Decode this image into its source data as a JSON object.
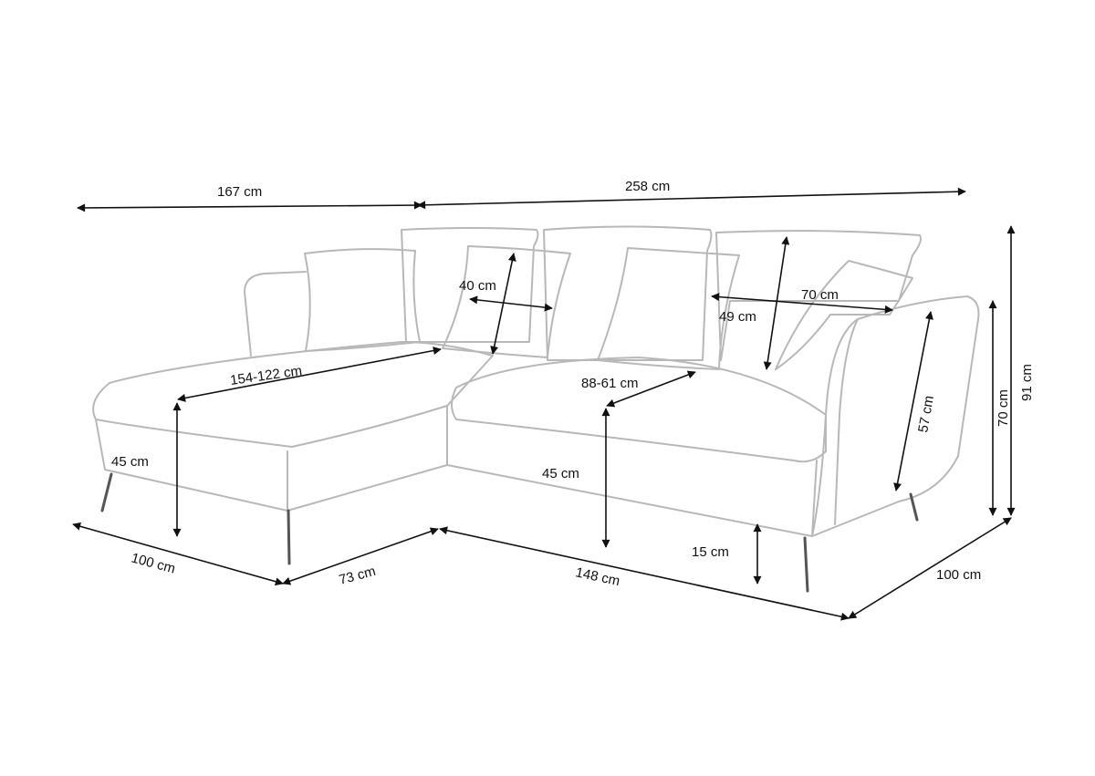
{
  "dimensions": {
    "total_left_width": "167 cm",
    "total_right_width": "258 cm",
    "total_height": "91 cm",
    "armrest_height": "70 cm",
    "back_cushion_height": "49 cm",
    "back_cushion_width": "70 cm",
    "small_pillow_width": "40 cm",
    "chaise_length": "154-122 cm",
    "seat_depth": "88-61 cm",
    "arm_inner_height": "57 cm",
    "chaise_seat_height": "45 cm",
    "seat_height": "45 cm",
    "leg_height": "15 cm",
    "chaise_depth": "100 cm",
    "chaise_front": "73 cm",
    "front_length": "148 cm",
    "right_depth": "100 cm"
  },
  "colors": {
    "outline": "#b8b8b8",
    "dimension_line": "#111111",
    "background": "#ffffff"
  }
}
